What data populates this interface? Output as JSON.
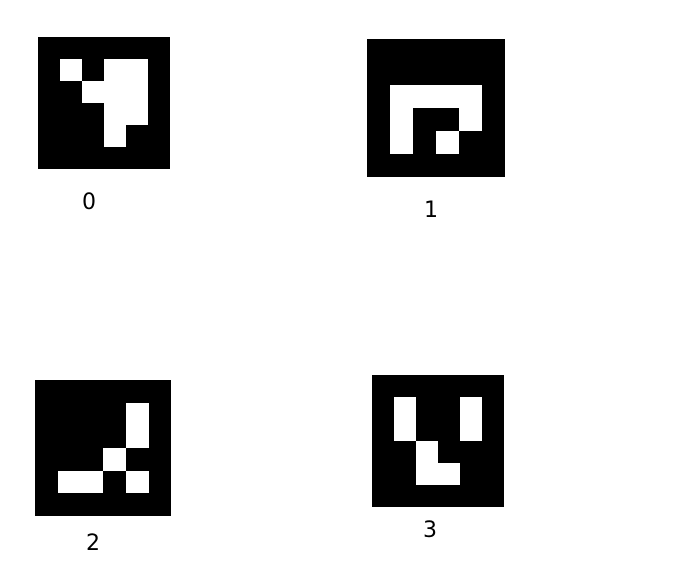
{
  "colors": {
    "background": "#ffffff",
    "marker_fill": "#000000",
    "cell_fill": "#ffffff"
  },
  "markers": [
    {
      "label": "0"
    },
    {
      "label": "1"
    },
    {
      "label": "2"
    },
    {
      "label": "3"
    }
  ]
}
